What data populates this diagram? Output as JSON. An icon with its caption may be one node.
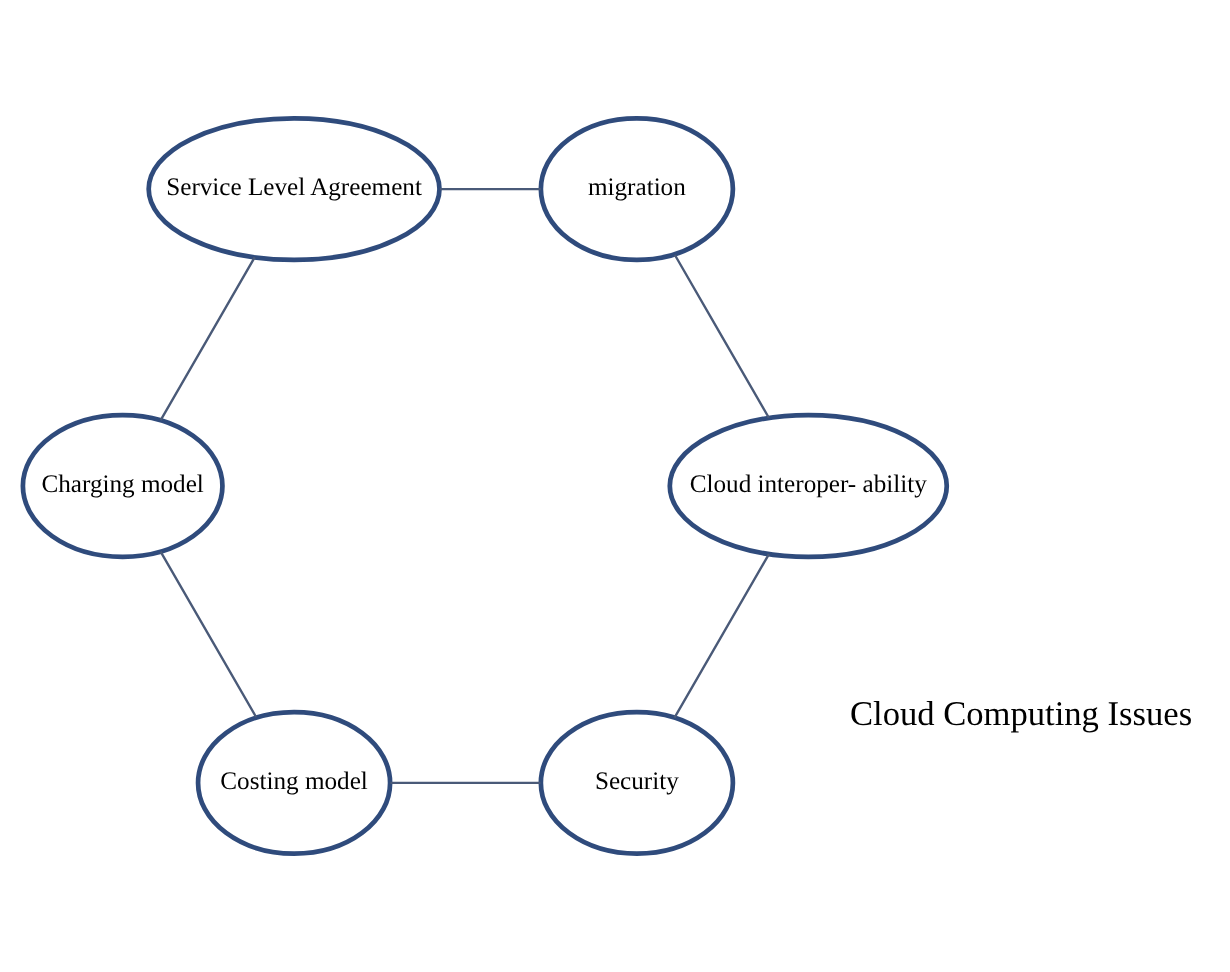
{
  "diagram": {
    "nodes": [
      {
        "text": [
          "Security"
        ]
      },
      {
        "text": [
          "Costing model"
        ]
      },
      {
        "text": [
          "Charging model"
        ]
      },
      {
        "text": [
          "Service Level Agreement"
        ]
      },
      {
        "text": [
          "migration"
        ]
      },
      {
        "text": [
          "Cloud interoper- ability"
        ]
      }
    ],
    "edges": [
      {
        "from": 0,
        "to": 1,
        "arrow": "none"
      },
      {
        "from": 1,
        "to": 2,
        "arrow": "none"
      },
      {
        "from": 2,
        "to": 3,
        "arrow": "none"
      },
      {
        "from": 3,
        "to": 4,
        "arrow": "none"
      },
      {
        "from": 4,
        "to": 5,
        "arrow": "none"
      },
      {
        "from": 5,
        "to": 0,
        "arrow": "none"
      }
    ],
    "labels": [
      "Cloud Computing Issues"
    ]
  }
}
